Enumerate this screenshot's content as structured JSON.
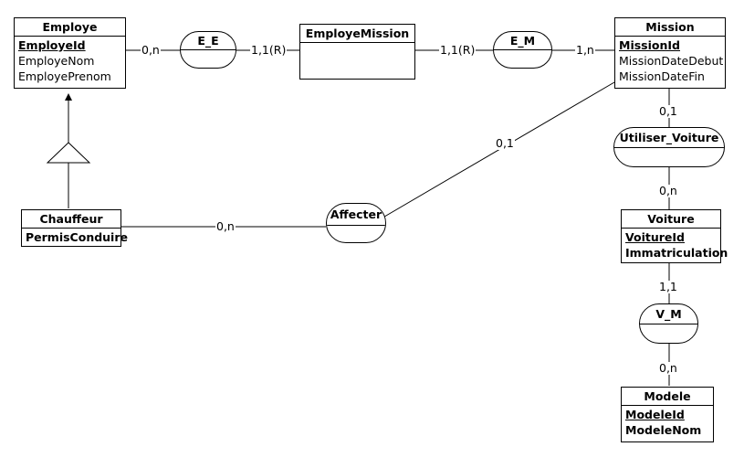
{
  "entities": {
    "employe": {
      "title": "Employe",
      "attrs": [
        "EmployeId",
        "EmployeNom",
        "EmployePrenom"
      ]
    },
    "employe_mission": {
      "title": "EmployeMission"
    },
    "mission": {
      "title": "Mission",
      "attrs": [
        "MissionId",
        "MissionDateDebut",
        "MissionDateFin"
      ]
    },
    "chauffeur": {
      "title": "Chauffeur",
      "attrs": [
        "PermisConduire"
      ]
    },
    "voiture": {
      "title": "Voiture",
      "attrs": [
        "VoitureId",
        "Immatriculation"
      ]
    },
    "modele": {
      "title": "Modele",
      "attrs": [
        "ModeleId",
        "ModeleNom"
      ]
    }
  },
  "relations": {
    "e_e": "E_E",
    "e_m": "E_M",
    "utiliser_voiture": "Utiliser_Voiture",
    "affecter": "Affecter",
    "v_m": "V_M"
  },
  "cardinalities": {
    "employe_e_e": "0,n",
    "e_e_employe_mission": "1,1(R)",
    "employe_mission_e_m": "1,1(R)",
    "e_m_mission": "1,n",
    "mission_utiliser": "0,1",
    "utiliser_voiture": "0,n",
    "mission_affecter": "0,1",
    "chauffeur_affecter": "0,n",
    "voiture_v_m": "1,1",
    "v_m_modele": "0,n"
  }
}
